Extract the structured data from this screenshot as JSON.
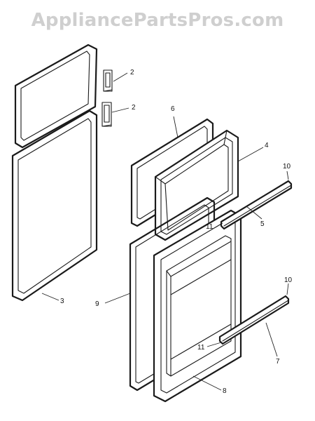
{
  "watermark": "AppliancePartsPros.com",
  "callouts": {
    "c2a": "2",
    "c2b": "2",
    "c3": "3",
    "c4": "4",
    "c5": "5",
    "c6": "6",
    "c7": "7",
    "c8": "8",
    "c9": "9",
    "c10a": "10",
    "c10b": "10",
    "c11a": "11",
    "c11b": "11"
  }
}
